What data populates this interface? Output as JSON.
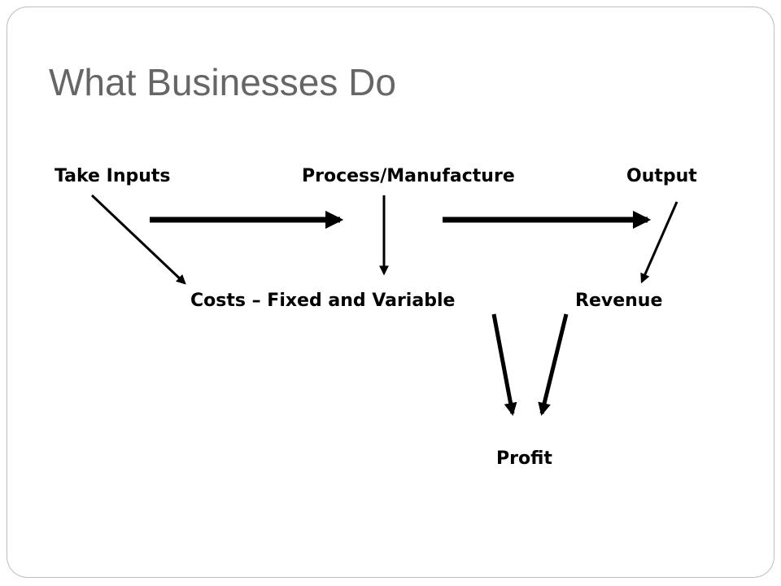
{
  "slide": {
    "title": "What Businesses Do"
  },
  "nodes": {
    "take_inputs": "Take Inputs",
    "process": "Process/Manufacture",
    "output": "Output",
    "costs": "Costs – Fixed and Variable",
    "revenue": "Revenue",
    "profit": "Profit"
  },
  "colors": {
    "title_text": "#666666",
    "node_text": "#000000",
    "arrow": "#000000",
    "frame_border": "#bdbdbd"
  }
}
